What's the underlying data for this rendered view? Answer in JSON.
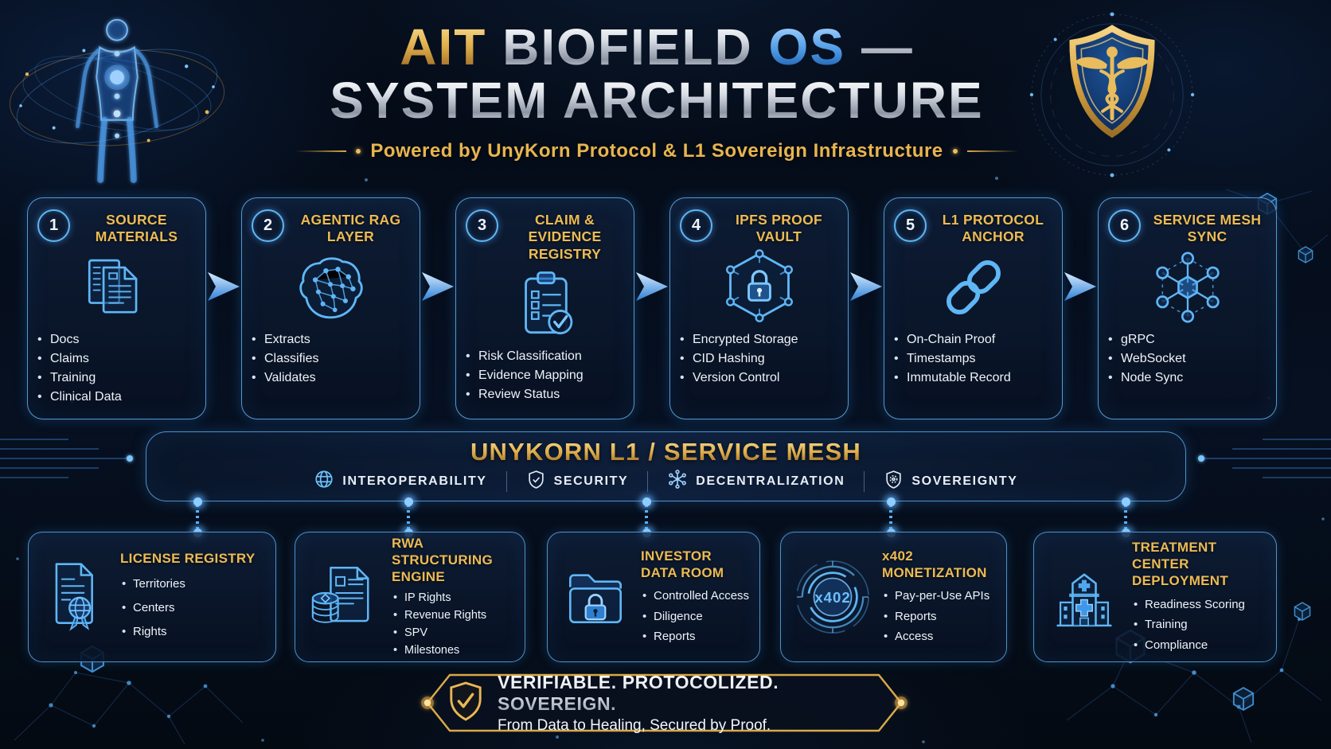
{
  "header": {
    "title": {
      "gold": "AIT",
      "silver": "BIOFIELD",
      "blue": "OS",
      "dash": "—",
      "line2": "SYSTEM ARCHITECTURE"
    },
    "subtitle": "Powered by UnyKorn Protocol & L1 Sovereign Infrastructure",
    "left_figure": "biofield-human-figure",
    "right_emblem": "caduceus-shield-emblem"
  },
  "flow": {
    "boxes": [
      {
        "number": "1",
        "title": "SOURCE MATERIALS",
        "icon": "documents-icon",
        "items": [
          "Docs",
          "Claims",
          "Training",
          "Clinical Data"
        ]
      },
      {
        "number": "2",
        "title": "AGENTIC RAG LAYER",
        "icon": "brain-network-icon",
        "items": [
          "Extracts",
          "Classifies",
          "Validates"
        ]
      },
      {
        "number": "3",
        "title": "CLAIM & EVIDENCE REGISTRY",
        "icon": "clipboard-check-icon",
        "items": [
          "Risk Classification",
          "Evidence Mapping",
          "Review Status"
        ]
      },
      {
        "number": "4",
        "title": "IPFS PROOF VAULT",
        "icon": "hexagon-lock-icon",
        "items": [
          "Encrypted Storage",
          "CID Hashing",
          "Version Control"
        ]
      },
      {
        "number": "5",
        "title": "L1 PROTOCOL ANCHOR",
        "icon": "chain-link-icon",
        "items": [
          "On-Chain Proof",
          "Timestamps",
          "Immutable Record"
        ]
      },
      {
        "number": "6",
        "title": "SERVICE MESH SYNC",
        "icon": "network-mesh-icon",
        "items": [
          "gRPC",
          "WebSocket",
          "Node Sync"
        ]
      }
    ]
  },
  "banner": {
    "title": "UNYKORN L1 / SERVICE MESH",
    "features": [
      {
        "icon": "globe-icon",
        "label": "INTEROPERABILITY"
      },
      {
        "icon": "shield-check-icon",
        "label": "SECURITY"
      },
      {
        "icon": "nodes-icon",
        "label": "DECENTRALIZATION"
      },
      {
        "icon": "shield-hex-icon",
        "label": "SOVEREIGNTY"
      }
    ]
  },
  "modules": [
    {
      "title": "LICENSE REGISTRY",
      "icon": "certificate-icon",
      "items": [
        "Territories",
        "Centers",
        "Rights"
      ]
    },
    {
      "title": "RWA STRUCTURING ENGINE",
      "icon": "asset-document-icon",
      "items": [
        "IP Rights",
        "Revenue Rights",
        "SPV",
        "Milestones"
      ]
    },
    {
      "title": "INVESTOR DATA ROOM",
      "icon": "locked-folder-icon",
      "items": [
        "Controlled Access",
        "Diligence",
        "Reports"
      ]
    },
    {
      "title": "x402 MONETIZATION",
      "icon": "x402-dial-icon",
      "icon_label": "x402",
      "items": [
        "Pay-per-Use APIs",
        "Reports",
        "Access"
      ]
    },
    {
      "title": "TREATMENT CENTER DEPLOYMENT",
      "icon": "hospital-icon",
      "items": [
        "Readiness Scoring",
        "Training",
        "Compliance"
      ]
    }
  ],
  "footer": {
    "icon": "shield-check-icon",
    "line1": "VERIFIABLE. PROTOCOLIZED. SOVEREIGN.",
    "line2": "From Data to Healing, Secured by Proof."
  },
  "colors": {
    "background": "#050b16",
    "gold": "#e3b04e",
    "silver": "#d9dde4",
    "accent_blue": "#5fb6f5",
    "box_border": "#60b0f0",
    "text": "#eef3f9"
  }
}
